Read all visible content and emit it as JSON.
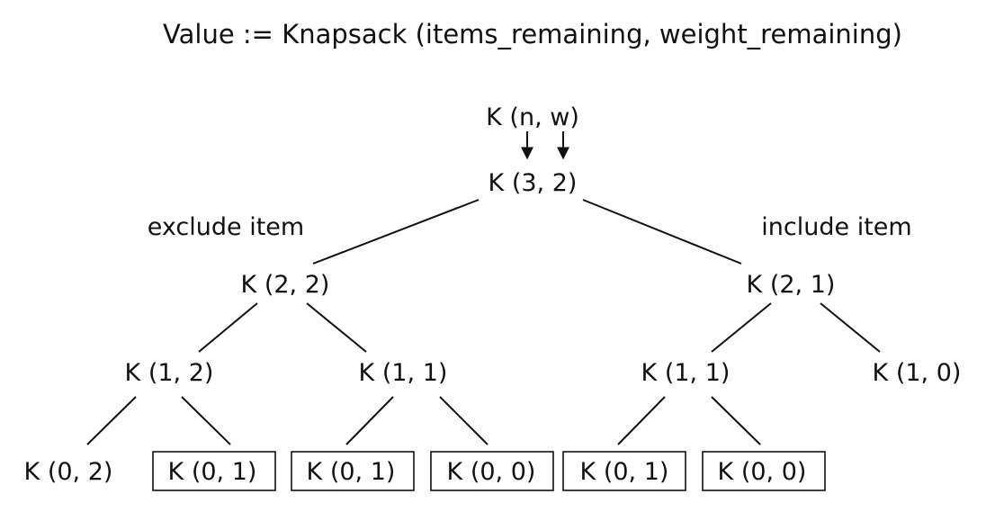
{
  "title": "Value := Knapsack (items_remaining, weight_remaining)",
  "legend_node": "K (n, w)",
  "labels": {
    "exclude": "exclude item",
    "include": "include item"
  },
  "nodes": [
    {
      "id": "k32",
      "label": "K (3, 2)",
      "boxed": false
    },
    {
      "id": "k22",
      "label": "K (2, 2)",
      "boxed": false
    },
    {
      "id": "k21",
      "label": "K (2, 1)",
      "boxed": false
    },
    {
      "id": "k12",
      "label": "K (1, 2)",
      "boxed": false
    },
    {
      "id": "k11a",
      "label": "K (1, 1)",
      "boxed": false
    },
    {
      "id": "k11b",
      "label": "K (1, 1)",
      "boxed": false
    },
    {
      "id": "k10",
      "label": "K (1, 0)",
      "boxed": false
    },
    {
      "id": "k02",
      "label": "K (0, 2)",
      "boxed": false
    },
    {
      "id": "k01a",
      "label": "K (0, 1)",
      "boxed": true
    },
    {
      "id": "k01b",
      "label": "K (0, 1)",
      "boxed": true
    },
    {
      "id": "k00a",
      "label": "K (0, 0)",
      "boxed": true
    },
    {
      "id": "k01c",
      "label": "K (0, 1)",
      "boxed": true
    },
    {
      "id": "k00b",
      "label": "K (0, 0)",
      "boxed": true
    }
  ],
  "edges": [
    [
      "k32",
      "k22"
    ],
    [
      "k32",
      "k21"
    ],
    [
      "k22",
      "k12"
    ],
    [
      "k22",
      "k11a"
    ],
    [
      "k21",
      "k11b"
    ],
    [
      "k21",
      "k10"
    ],
    [
      "k12",
      "k02"
    ],
    [
      "k12",
      "k01a"
    ],
    [
      "k11a",
      "k01b"
    ],
    [
      "k11a",
      "k00a"
    ],
    [
      "k11b",
      "k01c"
    ],
    [
      "k11b",
      "k00b"
    ]
  ]
}
